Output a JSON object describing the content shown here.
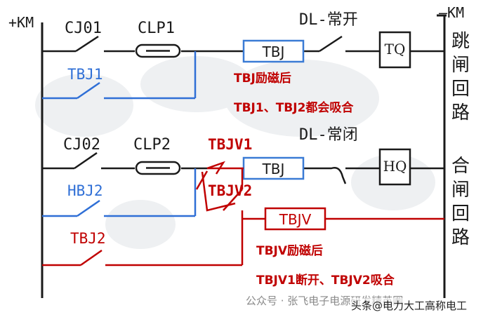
{
  "rails": {
    "left_label": "+KM",
    "right_label": "—KM"
  },
  "trip_circuit": {
    "contact_cj01": "CJ01",
    "fuse_clp1": "CLP1",
    "relay_tbj": "TBJ",
    "contact_dl": "DL-常开",
    "coil_tq": "TQ",
    "contact_tbj1": "TBJ1",
    "title_chars": [
      "跳",
      "闸",
      "回",
      "路"
    ]
  },
  "notes_trip": {
    "line1": "TBJ励磁后",
    "line2": "TBJ1、TBJ2都会吸合"
  },
  "close_circuit": {
    "contact_cj02": "CJ02",
    "fuse_clp2": "CLP2",
    "contact_tbjv1": "TBJV1",
    "contact_tbjv2": "TBJV2",
    "relay_tbj": "TBJ",
    "contact_dl": "DL-常闭",
    "coil_hq": "HQ",
    "contact_hbj2": "HBJ2",
    "title_chars": [
      "合",
      "闸",
      "回",
      "路"
    ]
  },
  "tbjv_branch": {
    "relay_tbjv": "TBJV",
    "contact_tbj2": "TBJ2"
  },
  "notes_tbjv": {
    "line1": "TBJV励磁后",
    "line2": "TBJV1断开、TBJV2吸合"
  },
  "watermark": {
    "left": "公众号 · 张飞电子电源研发精英圈",
    "right": "头条@电力大工高称电工"
  },
  "colors": {
    "black": "#1a1a1a",
    "blue": "#2f6fd6",
    "red": "#c00000",
    "box_blue": "#3a7bd5"
  }
}
